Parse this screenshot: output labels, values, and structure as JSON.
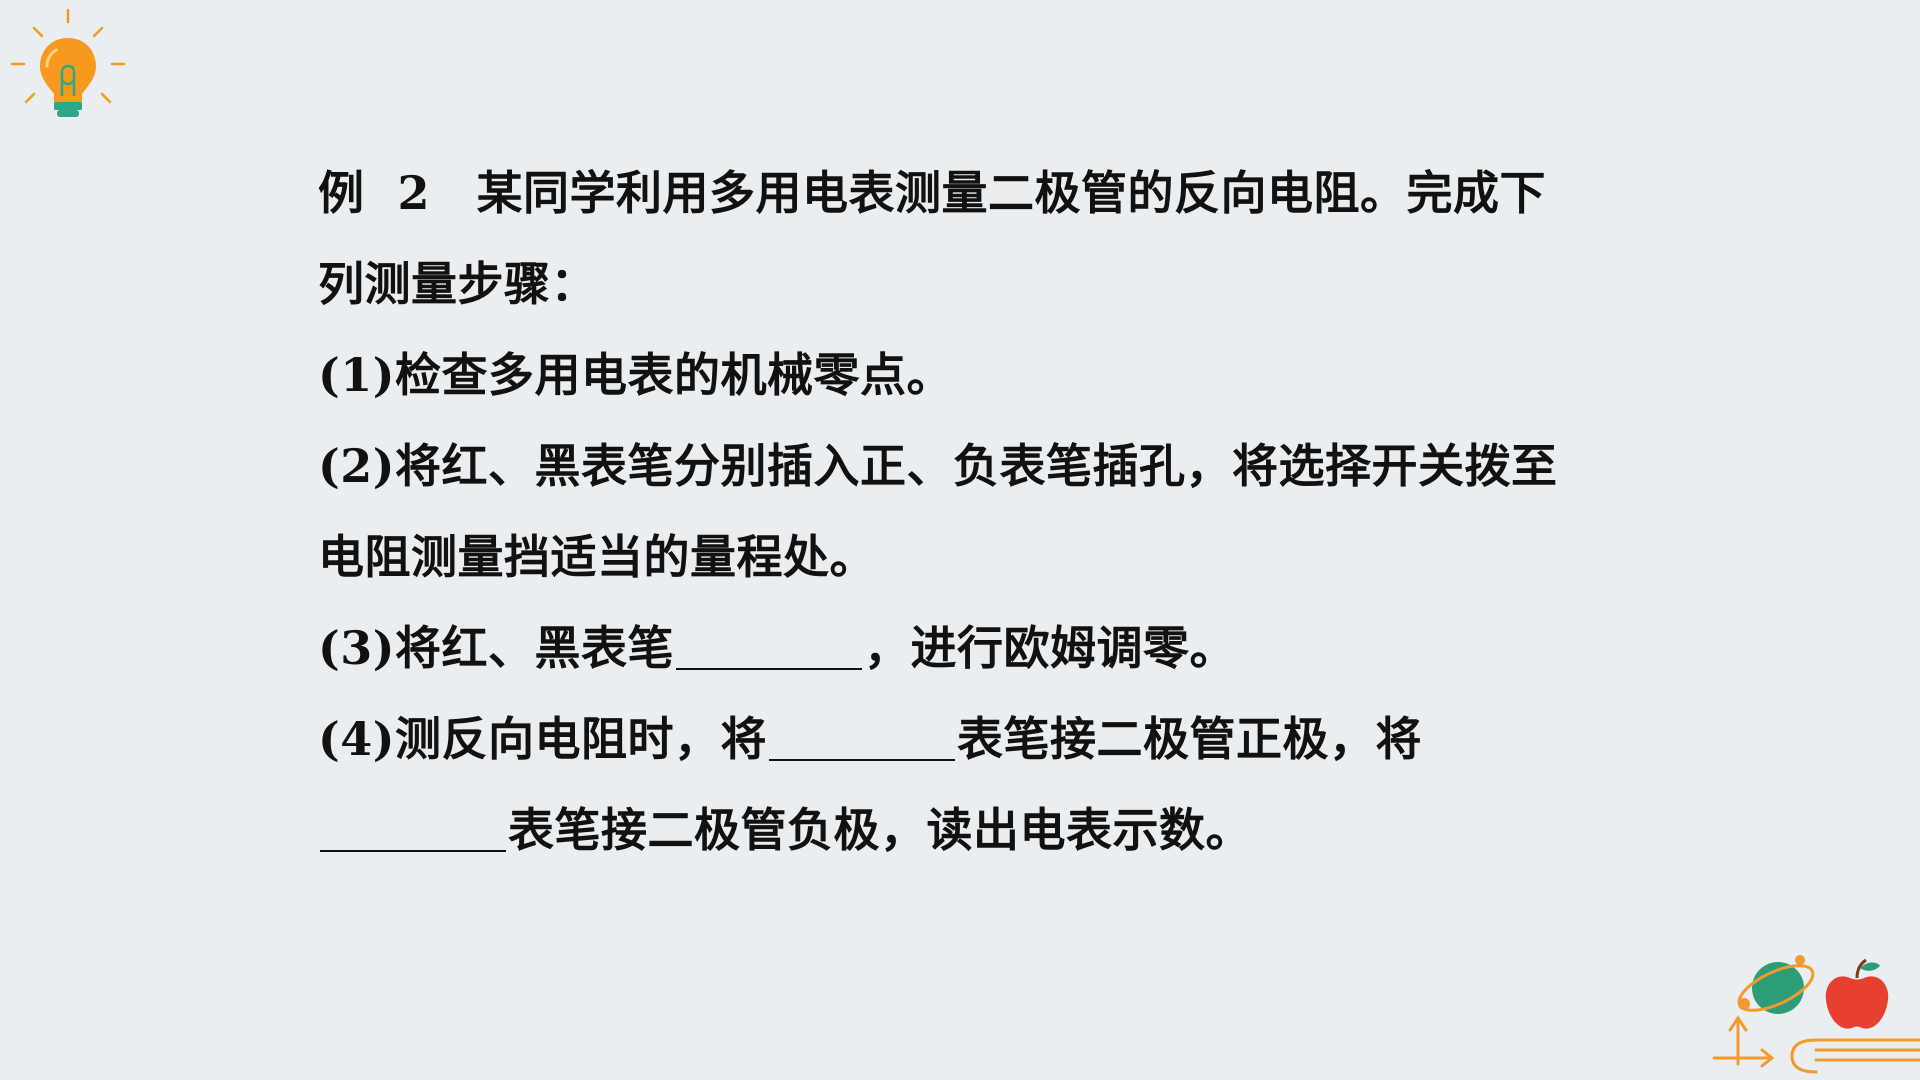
{
  "question": {
    "paragraphs": [
      {
        "id": "p0",
        "segments": [
          {
            "t": "text",
            "v": "例  2　某同学利用多用电表测量二极管的反向电阻。完成下列测量步骤："
          }
        ]
      },
      {
        "id": "p1",
        "segments": [
          {
            "t": "text",
            "v": "(1)检查多用电表的机械零点。"
          }
        ]
      },
      {
        "id": "p2",
        "segments": [
          {
            "t": "text",
            "v": "(2)将红、黑表笔分别插入正、负表笔插孔，将选择开关拨至电阻测量挡适当的量程处。"
          }
        ]
      },
      {
        "id": "p3",
        "segments": [
          {
            "t": "text",
            "v": "(3)将红、黑表笔"
          },
          {
            "t": "blank"
          },
          {
            "t": "text",
            "v": "，进行欧姆调零。"
          }
        ]
      },
      {
        "id": "p4",
        "segments": [
          {
            "t": "text",
            "v": "(4)测反向电阻时，将"
          },
          {
            "t": "blank"
          },
          {
            "t": "text",
            "v": "表笔接二极管正极，将"
          },
          {
            "t": "blank"
          },
          {
            "t": "text",
            "v": "表笔接二极管负极，读出电表示数。"
          }
        ]
      }
    ]
  },
  "decor": {
    "top_left": "lightbulb-icon",
    "bottom_right": "globe-apple-books-icon"
  },
  "colors": {
    "background": "#ebeef0",
    "text": "#111111",
    "bulb": "#f59a1e",
    "bulb_base": "#2fa58a",
    "globe": "#2d9d78",
    "apple": "#e8402f",
    "line_orange": "#f39a2d"
  }
}
